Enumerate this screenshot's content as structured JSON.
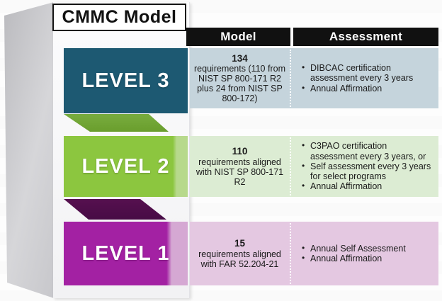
{
  "colors": {
    "level3_teal": "#1d5972",
    "level2_green": "#8cc63f",
    "level2_ribbon_green": "#71a434",
    "level1_magenta": "#a321a3",
    "level1_ribbon_purple": "#4e0d4b",
    "row_level3_bg": "#c5d4dc",
    "row_level2_bg": "#dcecd3",
    "row_level1_bg": "#e4c8e1",
    "header_bg": "#111111"
  },
  "panel": {
    "title": "CMMC Model",
    "levels": [
      {
        "label": "LEVEL 3"
      },
      {
        "label": "LEVEL 2"
      },
      {
        "label": "LEVEL 1"
      }
    ]
  },
  "table": {
    "model_header": "Model",
    "assessment_header": "Assessment",
    "rows": [
      {
        "level": "LEVEL 3",
        "model_number": "134",
        "model_text": "requirements (110 from NIST SP 800-171 R2 plus 24 from NIST SP 800-172)",
        "assessment_items": [
          "DIBCAC certification assessment every 3 years",
          "Annual Affirmation"
        ]
      },
      {
        "level": "LEVEL 2",
        "model_number": "110",
        "model_text": "requirements aligned with NIST SP 800-171 R2",
        "assessment_items": [
          "C3PAO certification assessment every 3 years, or",
          "Self assessment every 3 years for select programs",
          "Annual Affirmation"
        ]
      },
      {
        "level": "LEVEL 1",
        "model_number": "15",
        "model_text": "requirements aligned with FAR 52.204-21",
        "assessment_items": [
          "Annual Self Assessment",
          "Annual Affirmation"
        ]
      }
    ]
  }
}
